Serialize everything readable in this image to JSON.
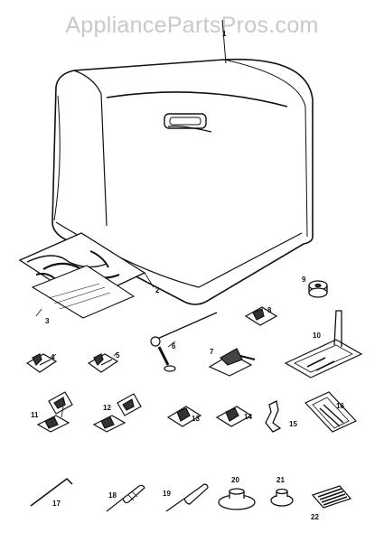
{
  "watermark": "AppliancePartsPros.com",
  "parts": [
    {
      "id": "1",
      "icon": "machine-cover-icon"
    },
    {
      "id": "2",
      "icon": "instruction-book-icon"
    },
    {
      "id": "3",
      "icon": "leaflet-icon"
    },
    {
      "id": "4",
      "icon": "presser-foot-icon"
    },
    {
      "id": "5",
      "icon": "presser-foot-icon"
    },
    {
      "id": "6",
      "icon": "spool-pin-icon"
    },
    {
      "id": "7",
      "icon": "presser-foot-icon"
    },
    {
      "id": "8",
      "icon": "presser-foot-icon"
    },
    {
      "id": "9",
      "icon": "bobbin-icon"
    },
    {
      "id": "10",
      "icon": "buttonhole-foot-icon"
    },
    {
      "id": "11",
      "icon": "presser-foot-icon"
    },
    {
      "id": "12",
      "icon": "presser-foot-icon"
    },
    {
      "id": "13",
      "icon": "presser-foot-icon"
    },
    {
      "id": "14",
      "icon": "presser-foot-icon"
    },
    {
      "id": "15",
      "icon": "presser-foot-icon"
    },
    {
      "id": "16",
      "icon": "buttonhole-foot-icon"
    },
    {
      "id": "17",
      "icon": "hex-key-icon"
    },
    {
      "id": "18",
      "icon": "screwdriver-icon"
    },
    {
      "id": "19",
      "icon": "seam-ripper-icon"
    },
    {
      "id": "20",
      "icon": "spool-holder-icon"
    },
    {
      "id": "21",
      "icon": "spool-cap-icon"
    },
    {
      "id": "22",
      "icon": "needle-pack-icon"
    }
  ]
}
